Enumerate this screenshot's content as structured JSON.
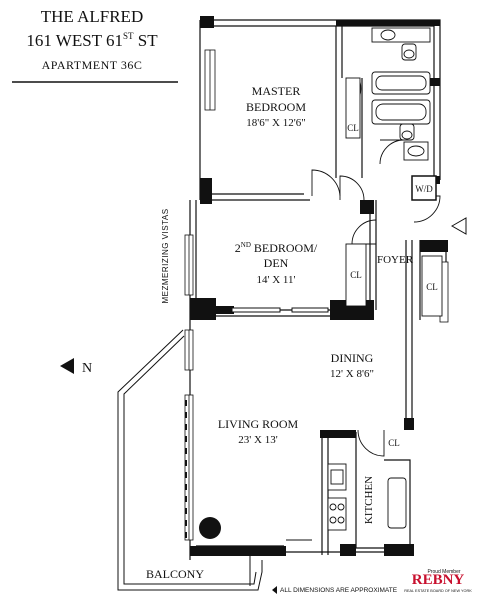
{
  "header": {
    "building": "THE ALFRED",
    "address_main": "161 WEST 61",
    "address_sup": "ST",
    "address_end": " ST",
    "apartment": "APARTMENT 36C"
  },
  "rooms": {
    "master_bedroom": {
      "line1": "MASTER",
      "line2": "BEDROOM",
      "dims": "18'6\" X 12'6\""
    },
    "second_bedroom": {
      "num": "2",
      "sup": "ND",
      "line1_rest": " BEDROOM/",
      "line2": "DEN",
      "dims": "14' X 11'"
    },
    "foyer": "FOYER",
    "dining": {
      "name": "DINING",
      "dims": "12' X 8'6\""
    },
    "living": {
      "name": "LIVING ROOM",
      "dims": "23' X 13'"
    },
    "kitchen": "KITCHEN",
    "balcony": "BALCONY",
    "closet": "CL",
    "washer_dryer": "W/D"
  },
  "side_label": "MEZMERIZING VISTAS",
  "north": "N",
  "footer": {
    "note": "ALL DIMENSIONS ARE APPROXIMATE",
    "rebny_top": "Proud Member",
    "rebny": "REBNY",
    "rebny_sub": "REAL ESTATE BOARD OF NEW YORK"
  },
  "colors": {
    "wall": "#111111",
    "rebny_red": "#c8102e",
    "rebny_blue": "#1f3a78"
  }
}
